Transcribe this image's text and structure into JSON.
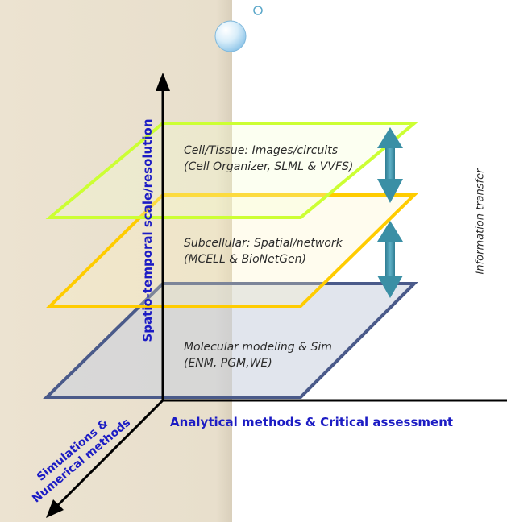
{
  "layers": {
    "top": {
      "line1": "Cell/Tissue: Images/circuits",
      "line2": "(Cell Organizer, SLML & VVFS)"
    },
    "middle": {
      "line1": "Subcellular: Spatial/network",
      "line2": "(MCELL & BioNetGen)"
    },
    "bottom": {
      "line1": "Molecular modeling & Sim",
      "line2": "(ENM, PGM,WE)"
    }
  },
  "axes": {
    "vertical": "Spatio-temporal scale/resolution",
    "horizontal": "Analytical methods & Critical assessment",
    "diagonal_line1": "Simulations &",
    "diagonal_line2": "Numerical methods"
  },
  "side_label": "Information transfer",
  "colors": {
    "left_panel": "#ece3d1",
    "axis_label": "#1c1cc4",
    "top_plane": "#ccff33",
    "middle_plane": "#ffcc00",
    "bottom_plane": "#4a5a8a",
    "transfer_arrow": "#3a8fa5"
  }
}
